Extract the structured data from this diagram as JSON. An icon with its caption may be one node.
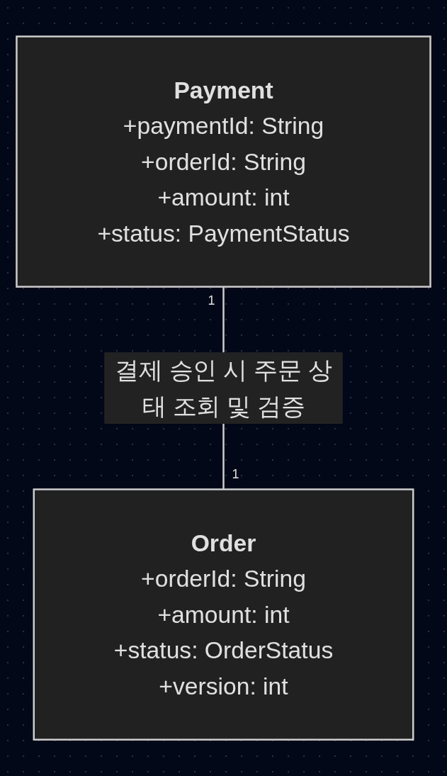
{
  "diagram": {
    "nodes": [
      {
        "text": [
          "Payment",
          "+paymentId: String",
          "+orderId: String",
          "+amount: int",
          "+status: PaymentStatus"
        ]
      },
      {
        "text": [
          "Order",
          "+orderId: String",
          "+amount: int",
          "+status: OrderStatus",
          "+version: int"
        ]
      }
    ],
    "edges": [
      {
        "from": 0,
        "to": 1,
        "arrow": "none",
        "label": "결제 승인 시 주문 상태 조회 및 검증"
      }
    ],
    "labels": [
      "1",
      "1"
    ]
  }
}
